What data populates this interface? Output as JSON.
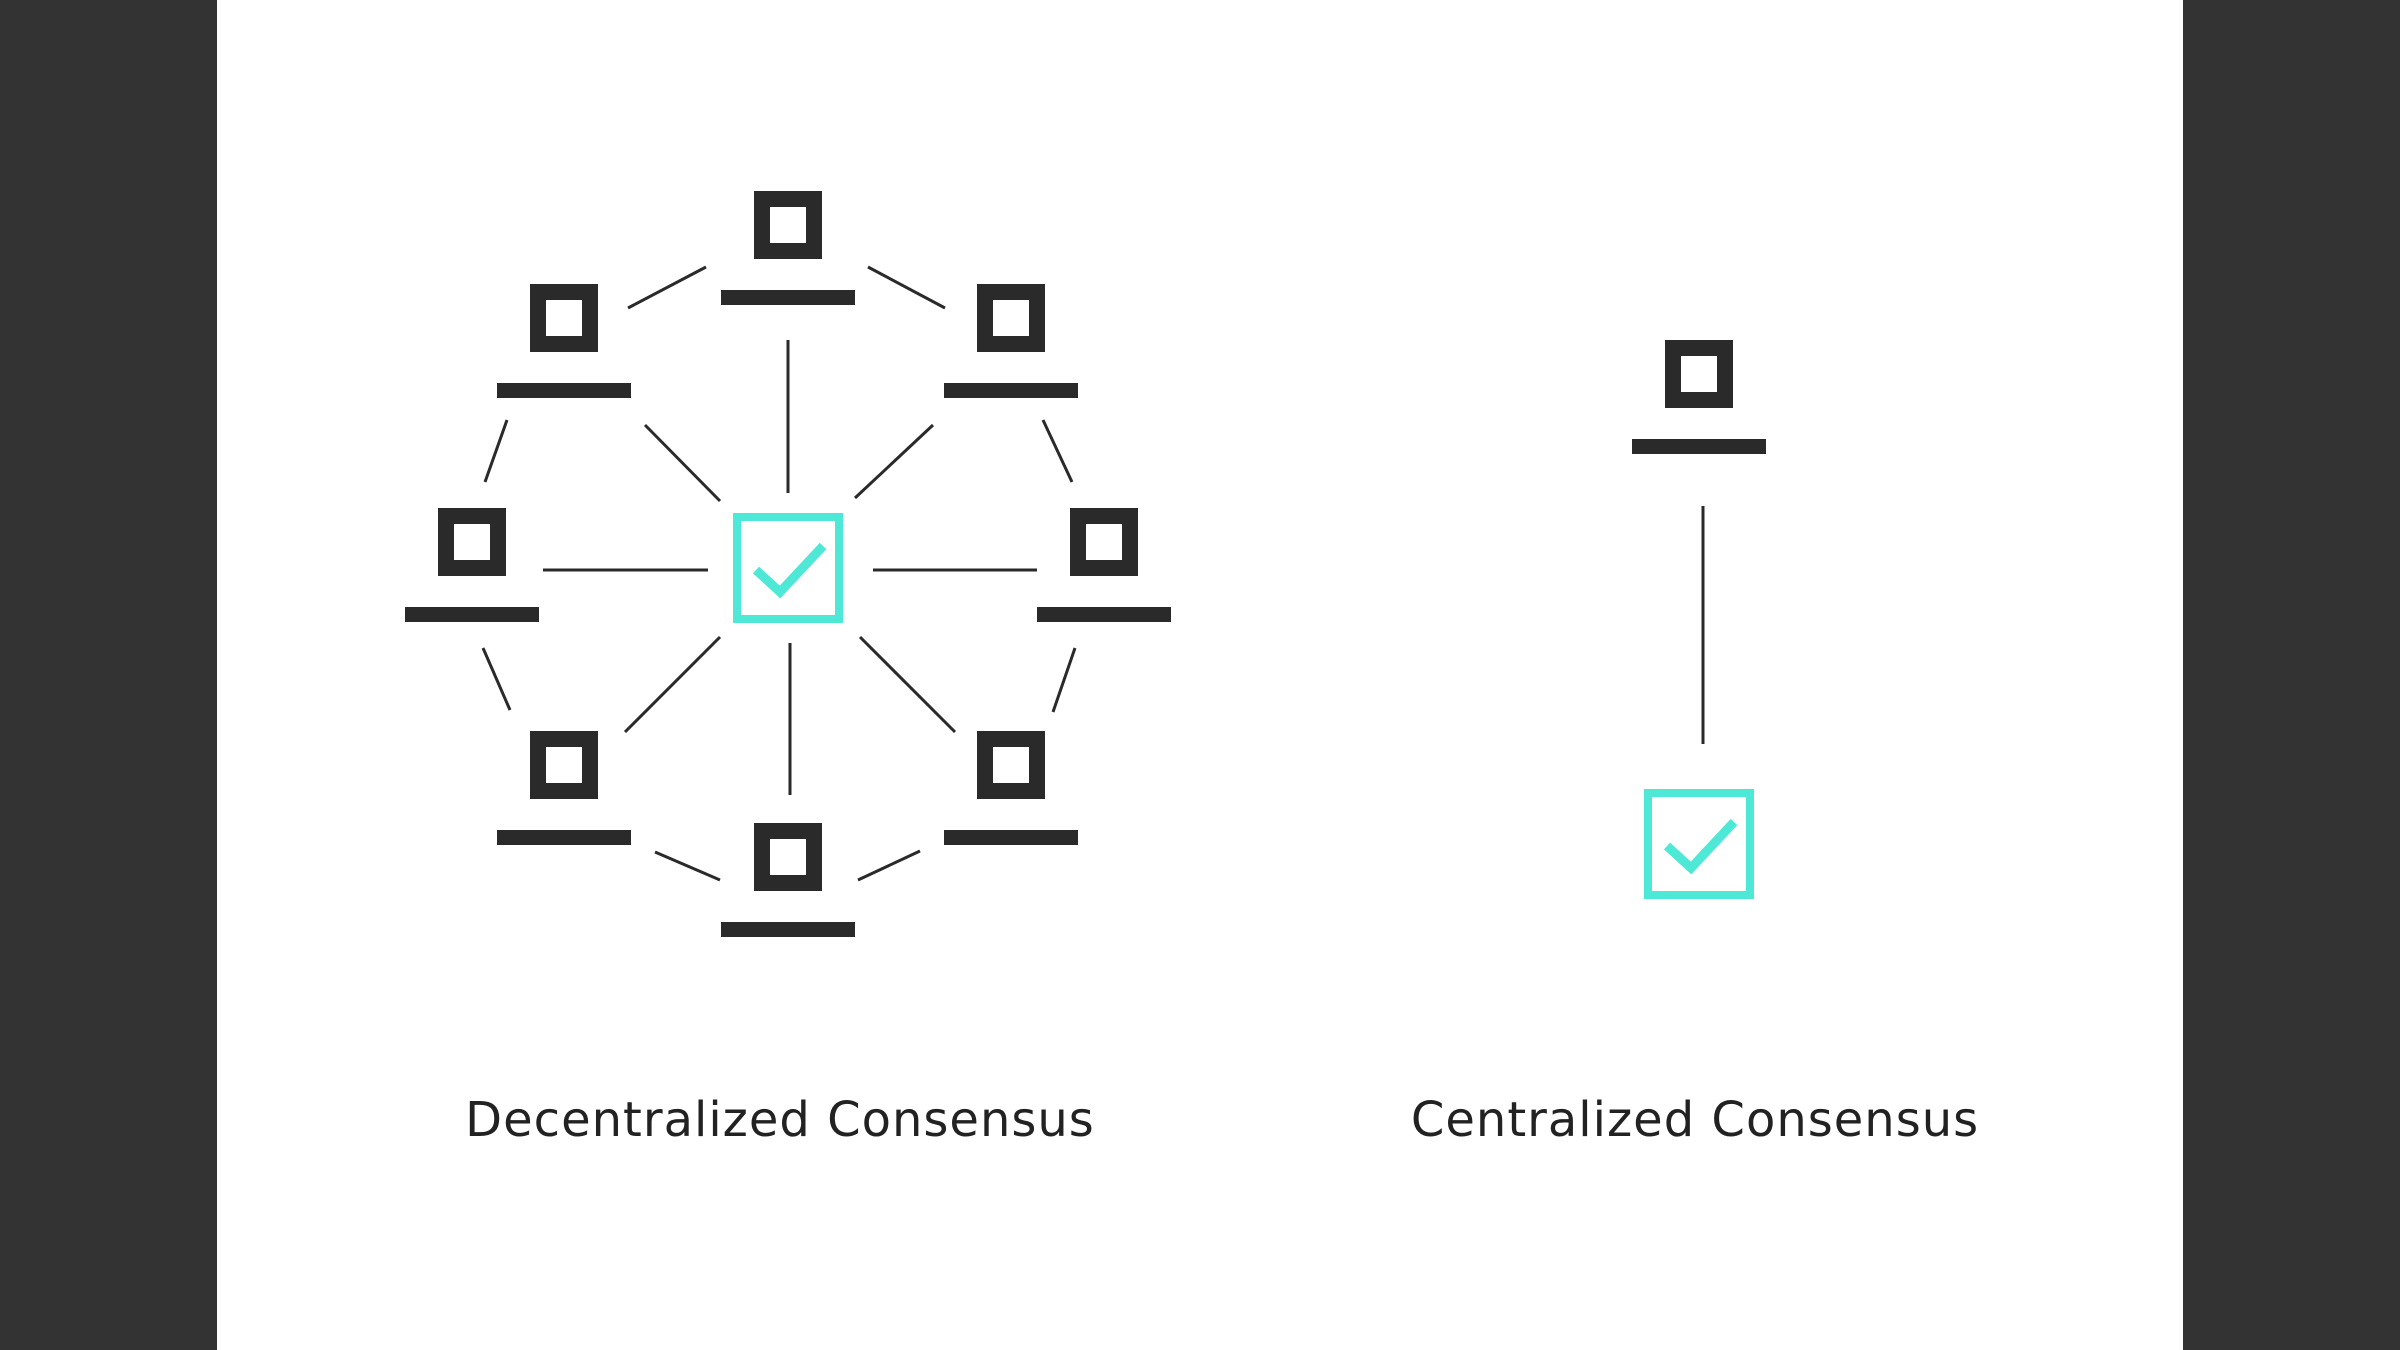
{
  "colors": {
    "background_side": "#333333",
    "slide": "#ffffff",
    "node": "#2a2a2a",
    "line": "#2a2a2a",
    "accent": "#4ee8d6"
  },
  "decentralized": {
    "label": "Decentralized Consensus",
    "node_count": 8,
    "center_icon": "check-box-icon",
    "node_icon": "computer-node-icon"
  },
  "centralized": {
    "label": "Centralized Consensus",
    "node_count": 1,
    "center_icon": "check-box-icon",
    "node_icon": "computer-node-icon"
  }
}
